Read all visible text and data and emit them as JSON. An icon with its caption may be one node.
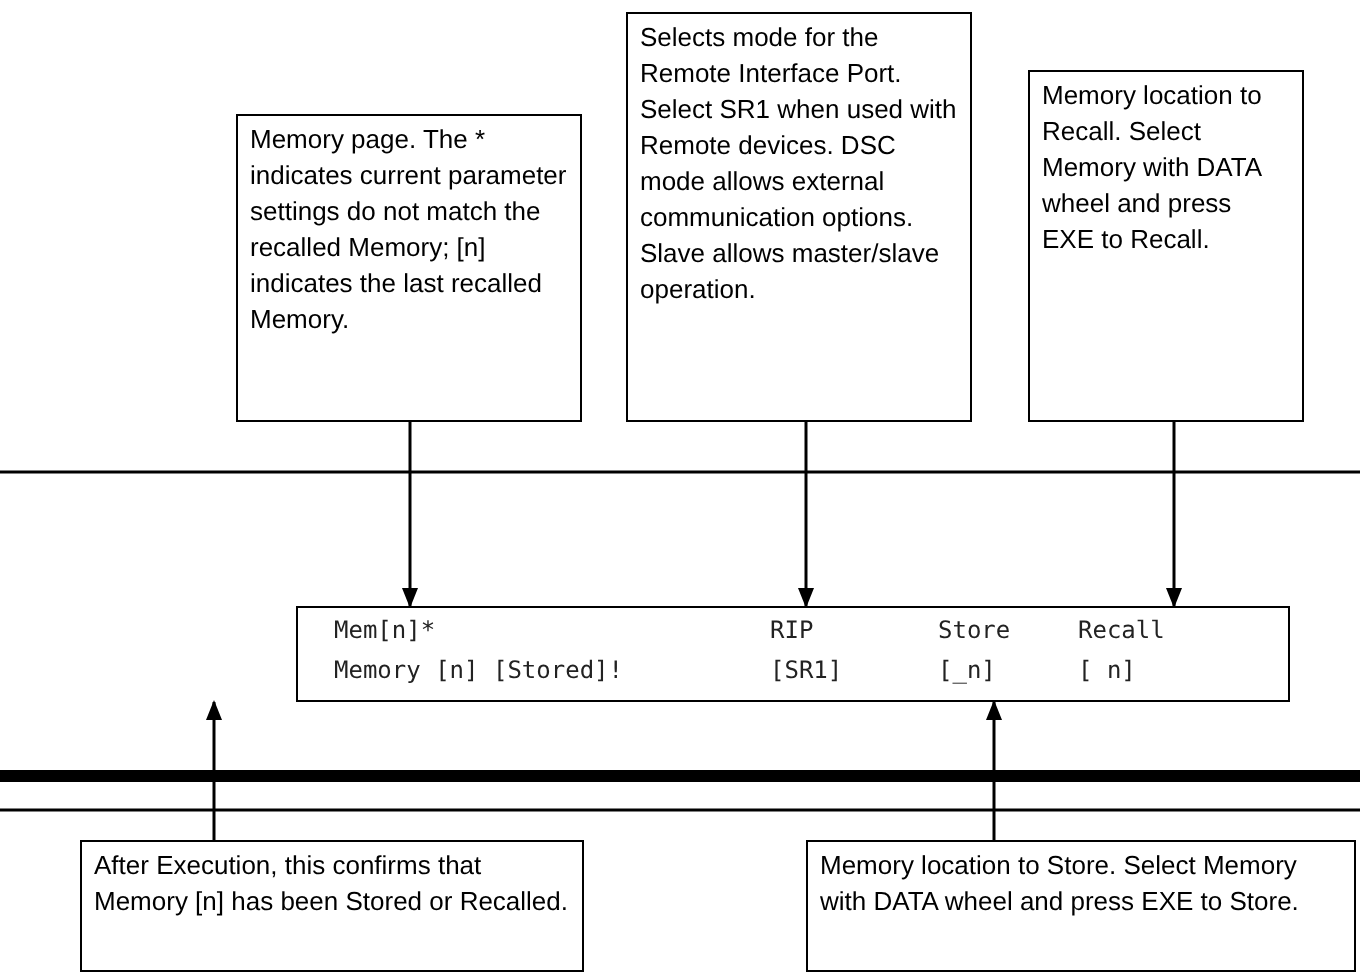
{
  "diagram": {
    "nodes": [
      {
        "text": [
          "Memory page. The * indicates current parameter settings do not match the recalled Memory; [n] indicates the last recalled Memory."
        ]
      },
      {
        "text": [
          "Selects mode for the Remote Interface Port. Select SR1 when used with Remote devices. DSC mode allows external communication options. Slave allows master/slave operation."
        ]
      },
      {
        "text": [
          "Memory location to Recall. Select Memory with DATA wheel and press EXE to Recall."
        ]
      },
      {
        "text": [
          "Mem[n]*",
          "RIP",
          "Store",
          "Recall",
          "Memory [n] [Stored]!",
          "[SR1]",
          "[_n]",
          "[ n]"
        ]
      },
      {
        "text": [
          "After Execution, this confirms that Memory [n] has been Stored or Recalled."
        ]
      },
      {
        "text": [
          "Memory location to Store. Select Memory with DATA wheel and press EXE to Store."
        ]
      }
    ],
    "edges": [
      {
        "from": 0,
        "to": 3,
        "arrow": "to"
      },
      {
        "from": 1,
        "to": 3,
        "arrow": "to"
      },
      {
        "from": 2,
        "to": 3,
        "arrow": "to"
      },
      {
        "from": 4,
        "to": 3,
        "arrow": "to"
      },
      {
        "from": 5,
        "to": 3,
        "arrow": "to"
      }
    ]
  }
}
